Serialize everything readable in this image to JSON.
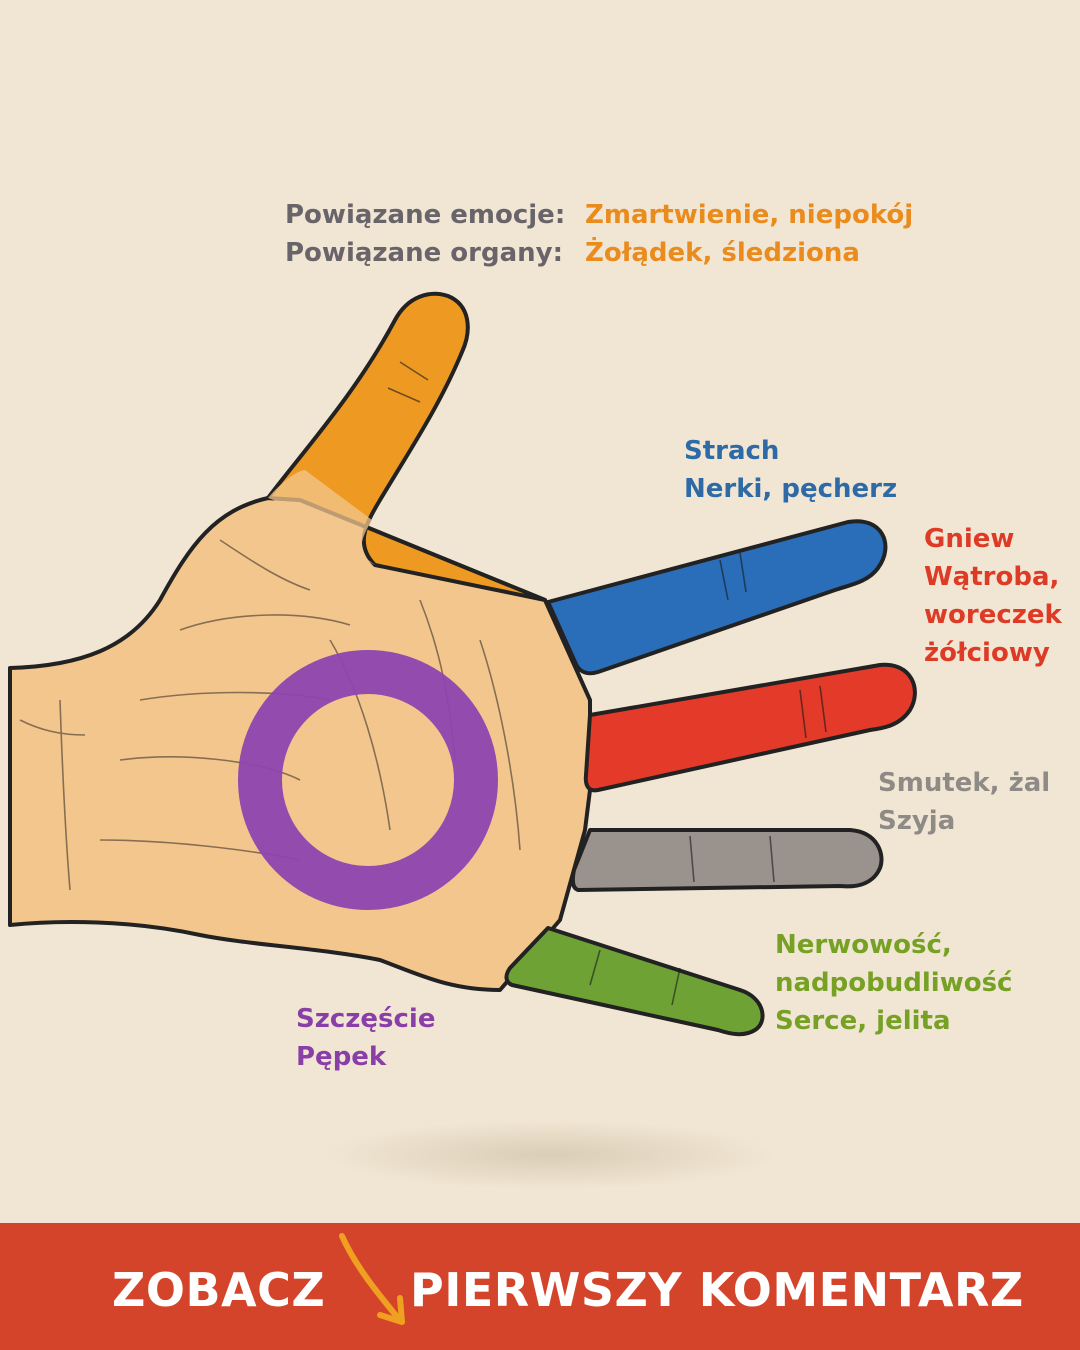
{
  "header": {
    "emotions_key": "Powiązane emocje:",
    "emotions_value": "Zmartwienie, niepokój",
    "organs_key": "Powiązane organy:",
    "organs_value": "Żołądek, śledziona"
  },
  "labels": {
    "index": {
      "line1": "Strach",
      "line2": "Nerki, pęcherz"
    },
    "middle": {
      "line1": "Gniew",
      "line2": "Wątroba,",
      "line3": "woreczek",
      "line4": "żółciowy"
    },
    "ring": {
      "line1": "Smutek, żal",
      "line2": "Szyja"
    },
    "pinky": {
      "line1": "Nerwowość,",
      "line2": "nadpobudliwość",
      "line3": "Serce, jelita"
    },
    "palm": {
      "line1": "Szczęście",
      "line2": "Pępek"
    }
  },
  "banner": {
    "left": "ZOBACZ",
    "right": "PIERWSZY KOMENTARZ",
    "arrow_icon": "arrow-down-right-icon"
  },
  "colors": {
    "background": "#f1e6d3",
    "skin": "#f3c68d",
    "thumb": "#ee9a22",
    "index": "#2a6db8",
    "middle": "#e33a2a",
    "ring": "#9a938d",
    "pinky": "#6ea235",
    "palm_ring": "#8d45b0",
    "banner": "#d3442a",
    "arrow": "#f0a020"
  }
}
